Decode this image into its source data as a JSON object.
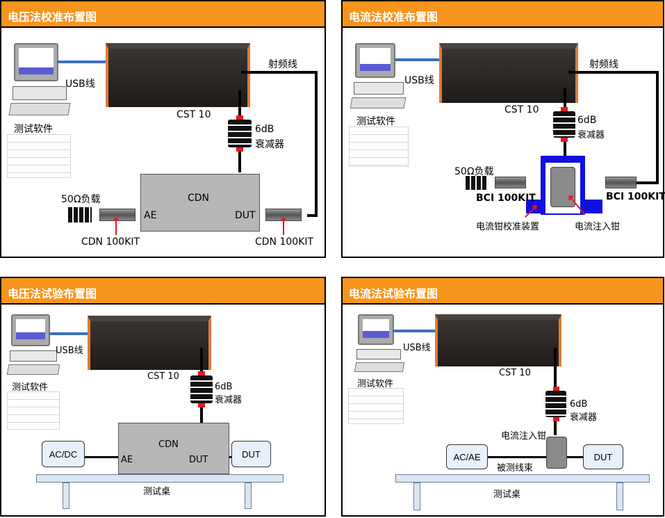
{
  "panels": [
    {
      "title": "电压法校准布置图",
      "usb": "USB线",
      "software": "测试软件",
      "cst": "CST 10",
      "rf": "射频线",
      "att_db": "6dB",
      "att_name": "衰减器",
      "cdn": "CDN",
      "ae": "AE",
      "dut": "DUT",
      "load": "50Ω负载",
      "kit_left": "CDN 100KIT",
      "kit_right": "CDN 100KIT"
    },
    {
      "title": "电流法校准布置图",
      "usb": "USB线",
      "software": "测试软件",
      "cst": "CST 10",
      "rf": "射频线",
      "att_db": "6dB",
      "att_name": "衰减器",
      "load": "50Ω负载",
      "kit_left": "BCI 100KIT",
      "kit_right": "BCI 100KIT",
      "fixture": "电流钳校准装置",
      "clamp": "电流注入钳"
    },
    {
      "title": "电压法试验布置图",
      "usb": "USB线",
      "software": "测试软件",
      "cst": "CST 10",
      "att_db": "6dB",
      "att_name": "衰减器",
      "cdn": "CDN",
      "ae": "AE",
      "dut": "DUT",
      "aux": "AC/DC",
      "dut_box": "DUT",
      "table": "测试桌"
    },
    {
      "title": "电流法试验布置图",
      "usb": "USB线",
      "software": "测试软件",
      "cst": "CST 10",
      "att_db": "6dB",
      "att_name": "衰减器",
      "clamp": "电流注入钳",
      "harness": "被测线束",
      "aux": "AC/AE",
      "dut_box": "DUT",
      "table": "测试桌"
    }
  ],
  "colors": {
    "header": "#f7941d",
    "usb_cable": "#3a6fc4",
    "fixture": "#1010e0",
    "arrow": "#e21b1b"
  }
}
